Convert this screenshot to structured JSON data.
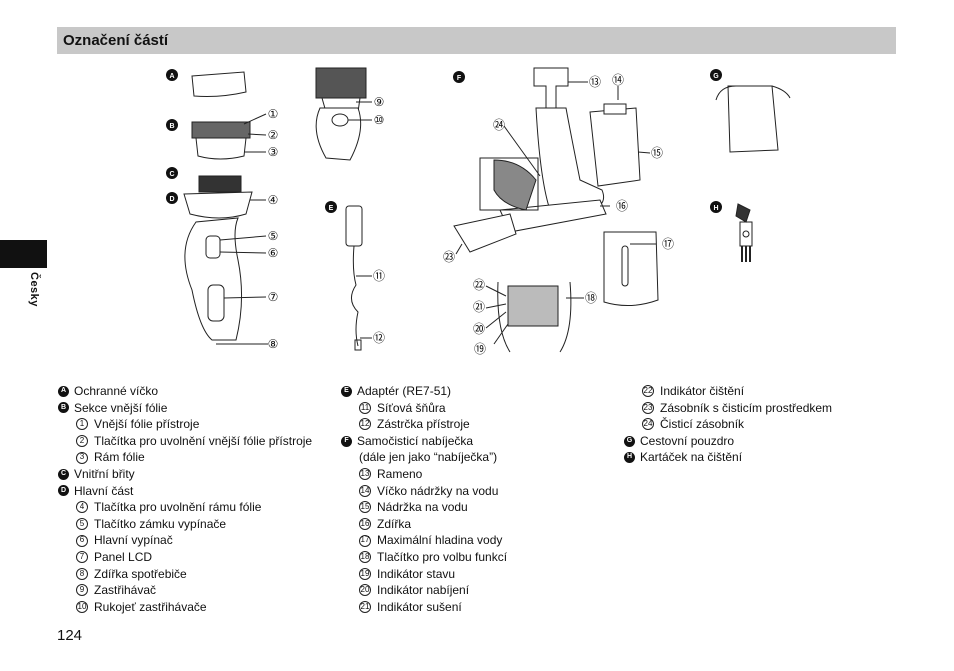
{
  "header": {
    "title": "Označení částí"
  },
  "side_tab": {
    "language": "Česky"
  },
  "page_number": "124",
  "figure_labels": {
    "letters": [
      "A",
      "B",
      "C",
      "D",
      "E",
      "F",
      "G",
      "H"
    ],
    "numbers": [
      "①",
      "②",
      "③",
      "④",
      "⑤",
      "⑥",
      "⑦",
      "⑧",
      "⑨",
      "⑩",
      "⑪",
      "⑫",
      "⑬",
      "⑭",
      "⑮",
      "⑯",
      "⑰",
      "⑱",
      "⑲",
      "⑳",
      "㉑",
      "㉒",
      "㉓",
      "㉔"
    ]
  },
  "legend": {
    "col1": [
      {
        "badge": "A",
        "text": "Ochranné víčko"
      },
      {
        "badge": "B",
        "text": "Sekce vnější fólie"
      },
      {
        "num": "1",
        "text": "Vnější fólie přístroje"
      },
      {
        "num": "2",
        "text": "Tlačítka pro uvolnění vnější fólie přístroje"
      },
      {
        "num": "3",
        "text": "Rám fólie"
      },
      {
        "badge": "C",
        "text": "Vnitřní břity"
      },
      {
        "badge": "D",
        "text": "Hlavní část"
      },
      {
        "num": "4",
        "text": "Tlačítka pro uvolnění rámu fólie"
      },
      {
        "num": "5",
        "text": "Tlačítko zámku vypínače"
      },
      {
        "num": "6",
        "text": "Hlavní vypínač"
      },
      {
        "num": "7",
        "text": "Panel LCD"
      },
      {
        "num": "8",
        "text": "Zdířka spotřebiče"
      },
      {
        "num": "9",
        "text": "Zastřihávač"
      },
      {
        "num": "10",
        "text": "Rukojeť zastřihávače"
      }
    ],
    "col2": [
      {
        "badge": "E",
        "text": "Adaptér (RE7-51)"
      },
      {
        "num": "11",
        "text": "Síťová šňůra"
      },
      {
        "num": "12",
        "text": "Zástrčka přístroje"
      },
      {
        "badge": "F",
        "text": "Samočisticí nabíječka"
      },
      {
        "plain": true,
        "text": "(dále jen jako “nabíječka”)"
      },
      {
        "num": "13",
        "text": "Rameno"
      },
      {
        "num": "14",
        "text": "Víčko nádržky na vodu"
      },
      {
        "num": "15",
        "text": "Nádržka na vodu"
      },
      {
        "num": "16",
        "text": "Zdířka"
      },
      {
        "num": "17",
        "text": "Maximální hladina vody"
      },
      {
        "num": "18",
        "text": "Tlačítko pro volbu funkcí"
      },
      {
        "num": "19",
        "text": "Indikátor stavu"
      },
      {
        "num": "20",
        "text": "Indikátor nabíjení"
      },
      {
        "num": "21",
        "text": "Indikátor sušení"
      }
    ],
    "col3": [
      {
        "num": "22",
        "text": "Indikátor čištění"
      },
      {
        "num": "23",
        "text": "Zásobník s čisticím prostředkem"
      },
      {
        "num": "24",
        "text": "Čisticí zásobník"
      },
      {
        "badge": "G",
        "text": "Cestovní pouzdro"
      },
      {
        "badge": "H",
        "text": "Kartáček na čištění"
      }
    ]
  },
  "colors": {
    "title_bar": "#c8c8c8",
    "ink": "#111111"
  }
}
